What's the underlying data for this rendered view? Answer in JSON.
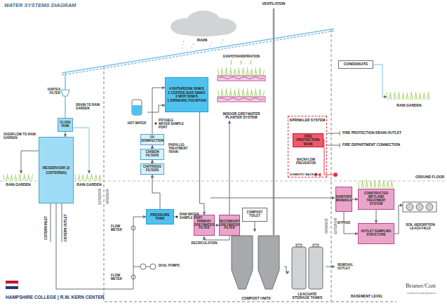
{
  "diagram": {
    "title": "WATER SYSTEMS DIAGRAM",
    "nodes": [
      {
        "text": [
          "CONDENSATE"
        ]
      },
      {
        "text": [
          "FLUSH TANK"
        ]
      },
      {
        "text": [
          "RESERVOIR (2 CISTERNS)"
        ]
      },
      {
        "text": [
          "HOT WATER"
        ]
      },
      {
        "text": [
          "4 BATHROOM SINKS",
          "2 COFFEE BAR SINKS",
          "2 MOP SINKS",
          "1 DRINKING FOUNTAIN"
        ]
      },
      {
        "text": [
          "UV DISINFECTION"
        ]
      },
      {
        "text": [
          "CARBON FILTERS"
        ]
      },
      {
        "text": [
          "CARTRIDGE FILTERS"
        ]
      },
      {
        "text": [
          "PRESSURE TANK"
        ]
      },
      {
        "text": [
          "INDOOR GREYWATER PLANTER SYSTEM"
        ]
      },
      {
        "text": [
          "PRIMARY GREYWATER FILTER"
        ]
      },
      {
        "text": [
          "SECONDARY GREYWATER FILTER"
        ]
      },
      {
        "text": [
          "COMPOST TOILET"
        ]
      },
      {
        "text": [
          "COMPOST UNITS"
        ]
      },
      {
        "text": [
          "LEACHATE STORAGE TANKS"
        ]
      },
      {
        "text": [
          "SPRINKLER SYSTEM"
        ]
      },
      {
        "text": [
          "FIRE PROTECTION MAIN"
        ],
        "in": 15
      },
      {
        "text": [
          "SANITARY MANHOLE"
        ]
      },
      {
        "text": [
          "CONSTRUCTED WETLAND TREATMENT SYSTEM"
        ]
      },
      {
        "text": [
          "OUTLET SAMPLING STRUCTURE"
        ]
      },
      {
        "text": [
          "SOIL ABSORPTION LEACH FIELD"
        ]
      }
    ],
    "edges": [
      {
        "from": 1,
        "to": 2,
        "arrow": "to"
      },
      {
        "from": 2,
        "to": 8,
        "arrow": "to"
      },
      {
        "from": 8,
        "to": 7,
        "arrow": "to"
      },
      {
        "from": 7,
        "to": 6,
        "arrow": "to"
      },
      {
        "from": 6,
        "to": 5,
        "arrow": "to"
      },
      {
        "from": 5,
        "to": 4,
        "arrow": "to"
      },
      {
        "from": 3,
        "to": 4,
        "arrow": "to"
      },
      {
        "from": 4,
        "to": 10,
        "arrow": "to"
      },
      {
        "from": 10,
        "to": 11,
        "arrow": "to"
      },
      {
        "from": 11,
        "to": 9,
        "arrow": "to"
      },
      {
        "from": 12,
        "to": 13,
        "arrow": "to"
      },
      {
        "from": 13,
        "to": 14,
        "arrow": "to"
      },
      {
        "from": 17,
        "to": 18,
        "arrow": "to"
      },
      {
        "from": 18,
        "to": 19,
        "arrow": "to"
      },
      {
        "from": 17,
        "to": 19,
        "label": "BYPASS",
        "arrow": "to"
      },
      {
        "from": 19,
        "to": 20,
        "arrow": "to"
      }
    ],
    "labels": [
      "RAIN",
      "VENTILATION",
      "EVAPOTRANSPIRATION",
      "RAIN GARDEN",
      "VORTEX FILTER",
      "DRAIN TO RAIN GARDEN",
      "OVERFLOW TO RAIN GARDEN",
      "RAIN GARDEN",
      "RAIN GARDEN",
      "CISTERN INLET",
      "CISTERN OUTLET",
      "EXTERIOR",
      "INTERIOR",
      "POTABLE WATER SAMPLE PORT",
      "PARALLEL TREATMENT TRAIN",
      "FLOW METER",
      "RAW WATER SAMPLE PORT",
      "DUAL PUMPS",
      "FLOW METER",
      "RECIRCULATION",
      "FIRE PROTECTION DRAIN OUTLET",
      "FIRE DEPARTMENT CONNECTION",
      "BACKFLOW PREVENTOR",
      "DOMESTIC BACKUP",
      "GROUND FLOOR",
      "REMOVAL OUTLET",
      "INTERIOR",
      "EXTERIOR",
      "BASEMENT LEVEL",
      "HAMPSHIRE COLLEGE | R.W. KERN CENTER",
      "Bruner/Cott",
      "architects and planners"
    ]
  }
}
